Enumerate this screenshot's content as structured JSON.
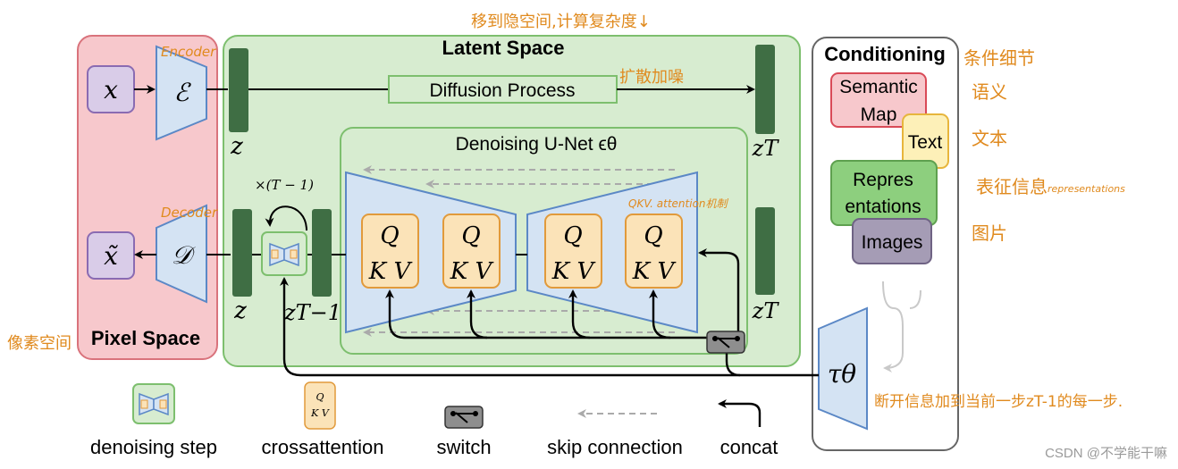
{
  "sections": {
    "pixel_space": "Pixel Space",
    "latent_space": "Latent Space",
    "conditioning": "Conditioning",
    "unet_title": "Denoising U-Net ϵθ"
  },
  "nodes": {
    "x": "x",
    "x_tilde": "x̃",
    "encoder": "ℰ",
    "decoder": "𝒟",
    "z_top": "z",
    "z_bottom": "z",
    "zT_top": "zT",
    "zT_bottom": "zT",
    "z_t_minus_1": "zT−1",
    "repeat_label": "×(T − 1)",
    "diffusion_process": "Diffusion Process",
    "tau": "τθ",
    "qkv_q": "Q",
    "qkv_kv": "K V"
  },
  "conditioning_items": {
    "semantic_map_line1": "Semantic",
    "semantic_map_line2": "Map",
    "text": "Text",
    "representations_line1": "Repres",
    "representations_line2": "entations",
    "images": "Images"
  },
  "legend": {
    "denoising_step": "denoising step",
    "crossattention": "crossattention",
    "switch": "switch",
    "skip_connection": "skip connection",
    "concat": "concat"
  },
  "annotations": {
    "encoder_note": "Encoder",
    "decoder_note": "Decoder",
    "top_note": "移到隐空间,计算复杂度↓",
    "diffusion_note": "扩散加噪",
    "qkv_note": "QKV. attention机制",
    "conditioning_note": "条件细节",
    "semantic_note": "语义",
    "text_note": "文本",
    "repr_note": "表征信息",
    "repr_note_small": "representations",
    "images_note": "图片",
    "pixel_note": "像素空间",
    "tau_note": "断开信息加到当前一步zT-1的每一步."
  },
  "watermark": "CSDN @不学能干嘛",
  "colors": {
    "pixel_bg": "#f7c8cc",
    "pixel_border": "#d9737c",
    "latent_bg": "#d7ecd0",
    "latent_border": "#7dbf6e",
    "unet_blue": "#d4e3f3",
    "unet_stroke": "#5b88c6",
    "z_bar": "#3f6e44",
    "qkv_bg": "#fbe3b8",
    "qkv_border": "#e19a3b",
    "purple": "#d9cce8",
    "annotation": "#e08a1e"
  }
}
